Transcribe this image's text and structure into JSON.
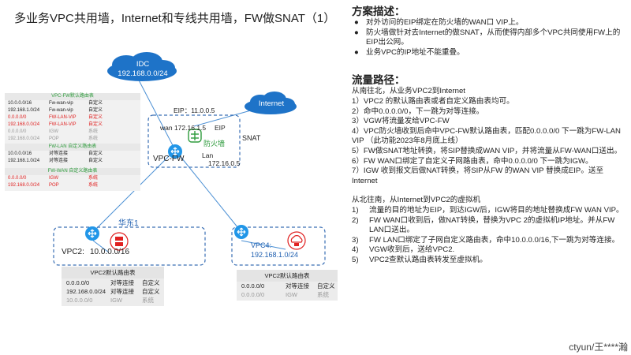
{
  "title": "多业务VPC共用墙，Internet和专线共用墙，FW做SNAT（1）",
  "diagram": {
    "idc_cloud": [
      "IDC",
      "192.168.0.0/24"
    ],
    "internet_cloud": "Internet",
    "eip_label": "EIP：11.0.0.5",
    "wan_label": "wan 172.16.1.5",
    "eip_short": "EIP",
    "firewall_label": "防火墙",
    "lan_label": [
      "Lan",
      "172.16.0.5"
    ],
    "snat_label": "SNAT",
    "vpc_fw_label": "VPC-FW",
    "region_label": "华东1",
    "vpc2_label": "VPC2:",
    "vpc2_cidr": "10.0.0.0/16",
    "vpc4_label": "VPC4:",
    "vpc4_cidr": "192.168.1.0/24"
  },
  "fw_tables": {
    "default_title": "VPC-FW默认路由表",
    "default_rows": [
      {
        "dest": "10.0.0.0/16",
        "hop": "Fw-wan-vip",
        "type": "自定义",
        "red": false,
        "gray": false
      },
      {
        "dest": "192.168.1.0/24",
        "hop": "Fw-wan-vip",
        "type": "自定义",
        "red": false,
        "gray": false
      },
      {
        "dest": "0.0.0.0/0",
        "hop": "FW-LAN-VIP",
        "type": "自定义",
        "red": true,
        "gray": false
      },
      {
        "dest": "192.168.0.0/24",
        "hop": "FW-LAN-VIP",
        "type": "自定义",
        "red": true,
        "gray": false
      },
      {
        "dest": "0.0.0.0/0",
        "hop": "IGW",
        "type": "系统",
        "red": false,
        "gray": true
      },
      {
        "dest": "192.168.0.0/24",
        "hop": "POP",
        "type": "系统",
        "red": false,
        "gray": true
      }
    ],
    "lan_title": "FW-LAN 自定义路由表",
    "lan_rows": [
      {
        "dest": "10.0.0.0/16",
        "hop": "对等连接",
        "type": "自定义",
        "red": false,
        "gray": false
      },
      {
        "dest": "192.168.1.0/24",
        "hop": "对等连接",
        "type": "自定义",
        "red": false,
        "gray": false
      }
    ],
    "wan_title": "FW-WAN 自定义路由表",
    "wan_rows": [
      {
        "dest": "0.0.0.0/0",
        "hop": "IGW",
        "type": "系统",
        "red": true,
        "gray": false
      },
      {
        "dest": "192.168.0.0/24",
        "hop": "POP",
        "type": "系统",
        "red": true,
        "gray": false
      }
    ]
  },
  "vpc2_table": {
    "title": "VPC2默认路由表",
    "rows": [
      {
        "dest": "0.0.0.0/0",
        "hop": "对等连接",
        "type": "自定义",
        "gray": false
      },
      {
        "dest": "192.168.0.0/24",
        "hop": "对等连接",
        "type": "自定义",
        "gray": false
      },
      {
        "dest": "10.0.0.0/0",
        "hop": "IGW",
        "type": "系统",
        "gray": true
      }
    ]
  },
  "vpc4_table": {
    "title": "VPC2默认路由表",
    "rows": [
      {
        "dest": "0.0.0.0/0",
        "hop": "对等连接",
        "type": "自定义",
        "gray": false
      },
      {
        "dest": "0.0.0.0/0",
        "hop": "IGW",
        "type": "系统",
        "gray": true
      }
    ]
  },
  "panel": {
    "scheme_heading": "方案描述：",
    "scheme_items": [
      "对外访问的EIP绑定在防火墙的WAN口 VIP上。",
      "防火墙做针对去Internet的做SNAT，从而使得内部多个VPC共同使用FW上的EIP出公网。",
      "业务VPC的IP地址不能重叠。"
    ],
    "flow_heading": "流量路径：",
    "south_intro": "从南往北，从业务VPC2到Internet",
    "south_items": [
      "1）VPC2 的默认路由表或者自定义路由表均可。",
      "2）命中0.0.0.0/0，下一跳为对等连接。",
      "3）VGW将流量发给VPC-FW",
      "4）VPC防火墙收到后命中VPC-FW默认路由表，匹配0.0.0.0/0 下一跳为FW-LAN VIP （此功能2023年8月底上线）",
      "5）FW做SNAT地址转换，将SIP替换成WAN VIP，并将流量从FW-WAN口送出。",
      "6）FW WAN口绑定了自定义子网路由表，命中0.0.0.0/0 下一跳为IGW。",
      "7）IGW 收到报文后做NAT转换，将SIP从FW 的WAN VIP 替换成EIP。送至Internet"
    ],
    "north_intro": "从北往南，从Internet到VPC2的虚拟机",
    "north_items": [
      {
        "n": "1)",
        "t": "流量的目的地址为EIP，到达IGW后，IGW将目的地址替换成FW WAN VIP。"
      },
      {
        "n": "2)",
        "t": "FW WAN口收到后，做NAT转换，替换为VPC 2的虚拟机IP地址。并从FW LAN口送出。"
      },
      {
        "n": "3)",
        "t": "FW LAN口绑定了子网自定义路由表，命中10.0.0.0/16,下一跳为对等连接。"
      },
      {
        "n": "4)",
        "t": "VGW收到后，送给VPC2."
      },
      {
        "n": "5)",
        "t": "VPC2查默认路由表转发至虚拟机。"
      }
    ]
  },
  "watermark": "ctyun/王****瀚",
  "colors": {
    "cloud": "#1e73c8",
    "router": "#2196e8",
    "red": "#e02020",
    "line": "#4a8fd4"
  }
}
